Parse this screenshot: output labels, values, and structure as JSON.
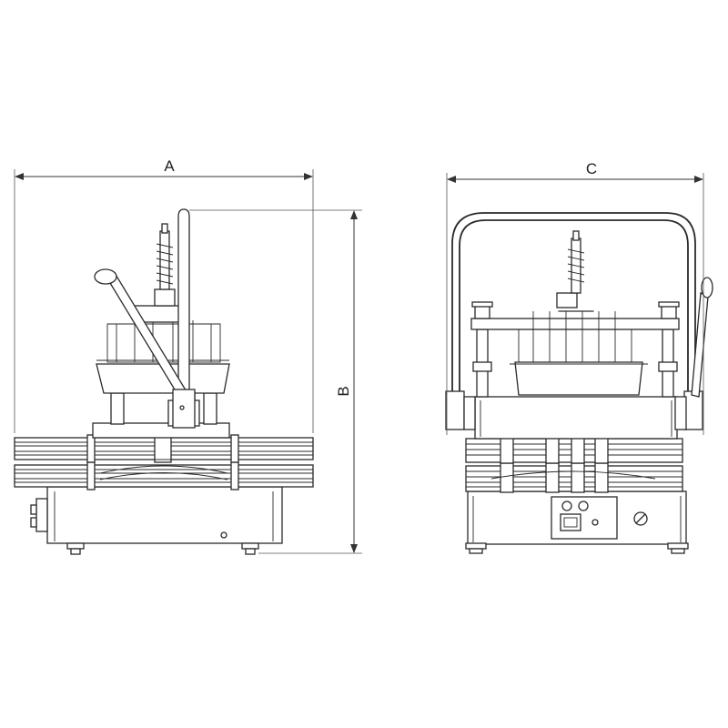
{
  "dimensions": {
    "a": "A",
    "b": "B",
    "c": "C"
  },
  "colors": {
    "line": "#2a2a2a",
    "background": "#ffffff"
  }
}
